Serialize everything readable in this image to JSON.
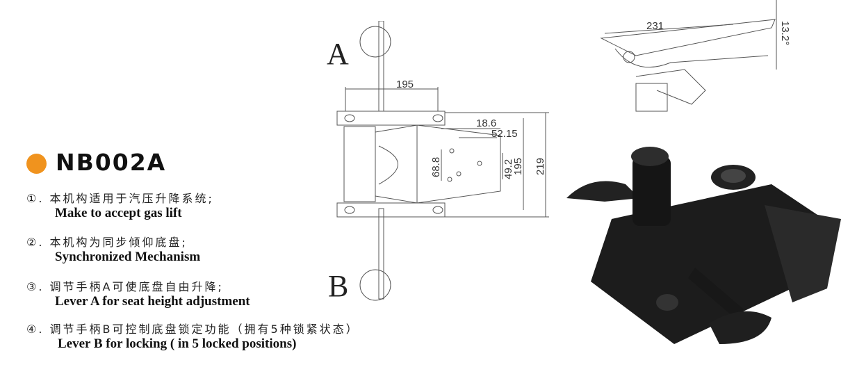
{
  "product": {
    "model": "NB002A",
    "accent_color": "#F0931E"
  },
  "features": [
    {
      "num": "①.",
      "cn": "本机构适用于汽压升降系统;",
      "en": "Make to accept gas lift"
    },
    {
      "num": "②.",
      "cn": "本机构为同步倾仰底盘;",
      "en": "Synchronized Mechanism"
    },
    {
      "num": "③.",
      "cn": "调节手柄A可使底盘自由升降;",
      "en": "Lever A for seat height adjustment"
    },
    {
      "num": "④.",
      "cn": "调节手柄B可控制底盘锁定功能（拥有5种锁紧状态）",
      "en": "Lever B for locking ( in 5 locked positions)"
    }
  ],
  "drawing": {
    "lever_a": "A",
    "lever_b": "B",
    "dims": {
      "width_top": "195",
      "d1": "18.6",
      "d2": "52.15",
      "d3": "68.8",
      "d4": "49.2",
      "height_inner": "195",
      "height_outer": "219"
    },
    "side_view": {
      "length": "231",
      "angle": "13.2°"
    }
  }
}
